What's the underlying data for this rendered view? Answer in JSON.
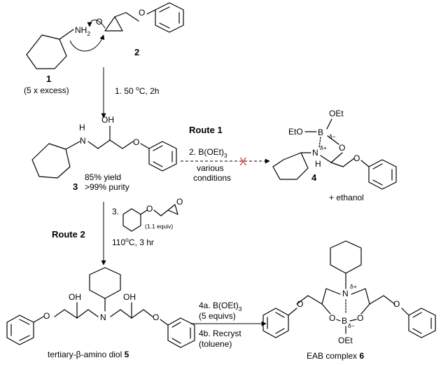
{
  "compound_1": {
    "number": "1",
    "note": "(5 x excess)",
    "nh2": "NH",
    "nh2_sub": "2"
  },
  "compound_2": {
    "number": "2"
  },
  "step_1": {
    "prefix": "1. 50 ",
    "sup": "o",
    "suffix": "C, 2h"
  },
  "compound_3": {
    "number": "3",
    "yield": "85% yield",
    "purity": ">99% purity"
  },
  "route_1": {
    "label": "Route 1",
    "step": "2. B(OEt)",
    "step_sub": "3",
    "line2": "various",
    "line3": "conditions"
  },
  "compound_4": {
    "number": "4",
    "byproduct": "+ ethanol"
  },
  "route_2": {
    "label": "Route 2",
    "step_num": "3.",
    "equiv": "(1.1 equiv)",
    "cond_prefix": "110",
    "cond_sup": "o",
    "cond_suffix": "C, 3 hr"
  },
  "compound_5": {
    "label": "tertiary-β-amino diol ",
    "number": "5"
  },
  "step_4": {
    "a": "4a. B(OEt)",
    "a_sub": "3",
    "a2": "(5 equivs)",
    "b": "4b. Recryst",
    "b2": "(toluene)"
  },
  "compound_6": {
    "label": "EAB complex ",
    "number": "6"
  },
  "atoms": {
    "oh": "OH",
    "o": "O",
    "h": "H",
    "n": "N",
    "b": "B",
    "oet": "OEt",
    "eto": "EtO",
    "eto_b": "EtO",
    "delta_plus": "δ+",
    "delta_minus": "δ−",
    "cross": "X"
  },
  "colors": {
    "ink": "#000000",
    "cross": "#e53935",
    "background": "#ffffff"
  }
}
